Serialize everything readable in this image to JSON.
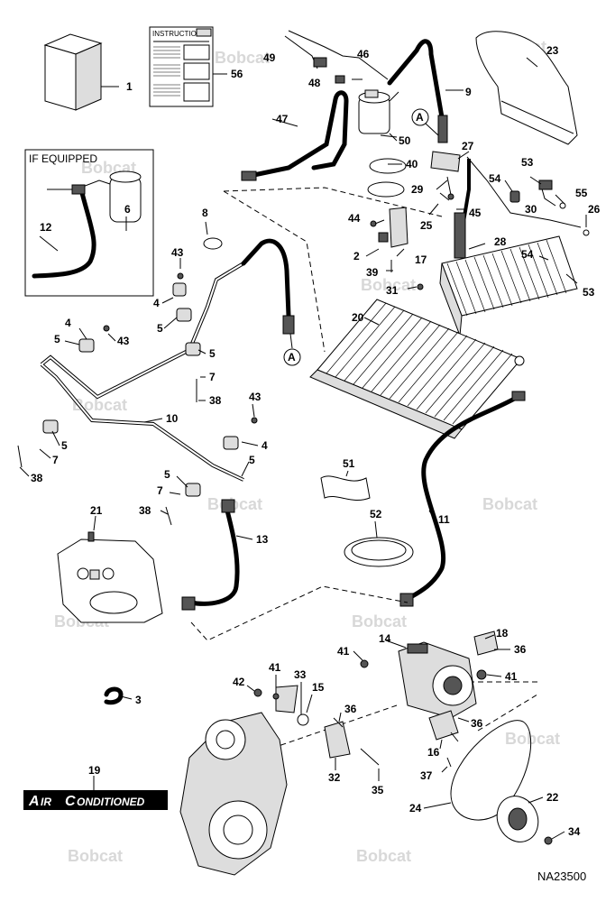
{
  "watermark": "Bobcat",
  "diagram_id": "NA23500",
  "if_equipped_label": "IF EQUIPPED",
  "instructions_label": "INSTRUCTIONS",
  "badge": {
    "air": "Air",
    "conditioned": "Conditioned",
    "A_cap": "A",
    "ir": "IR",
    "C_cap": "C",
    "onditioned": "ONDITIONED"
  },
  "callout_A": "A",
  "labels": {
    "p1": "1",
    "p2": "2",
    "p3": "3",
    "p4": "4",
    "p5": "5",
    "p6": "6",
    "p7": "7",
    "p8": "8",
    "p9": "9",
    "p10": "10",
    "p11": "11",
    "p12": "12",
    "p13": "13",
    "p14": "14",
    "p15": "15",
    "p16": "16",
    "p17": "17",
    "p18": "18",
    "p19": "19",
    "p20": "20",
    "p21": "21",
    "p22": "22",
    "p23": "23",
    "p24": "24",
    "p25": "25",
    "p26": "26",
    "p27": "27",
    "p28": "28",
    "p29": "29",
    "p30": "30",
    "p31": "31",
    "p32": "32",
    "p33": "33",
    "p34": "34",
    "p35": "35",
    "p36": "36",
    "p37": "37",
    "p38": "38",
    "p39": "39",
    "p40": "40",
    "p41": "41",
    "p42": "42",
    "p43": "43",
    "p44": "44",
    "p45": "45",
    "p46": "46",
    "p47": "47",
    "p48": "48",
    "p49": "49",
    "p50": "50",
    "p51": "51",
    "p52": "52",
    "p53": "53",
    "p54": "54",
    "p55": "55",
    "p56": "56"
  }
}
